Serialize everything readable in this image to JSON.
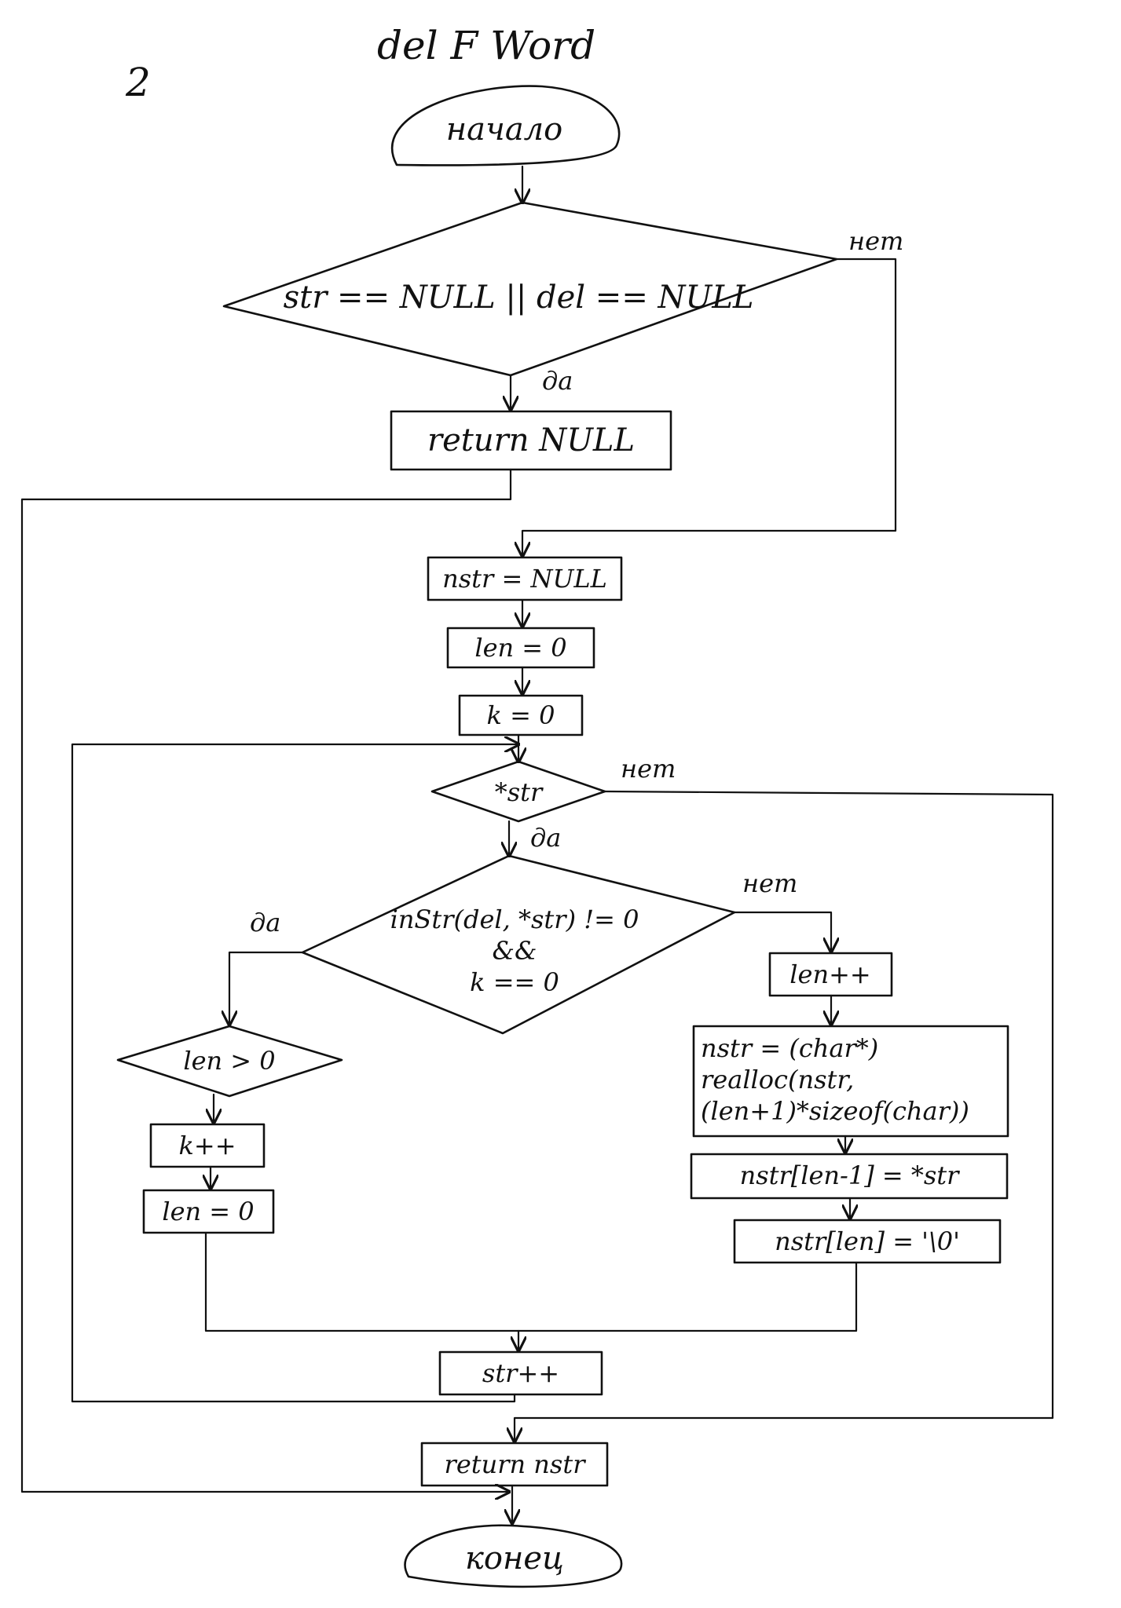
{
  "page": {
    "page_number": "2",
    "title": "del F Word"
  },
  "flowchart": {
    "start": "начало",
    "end": "конец",
    "cond_null_check": "str == NULL || del == NULL",
    "return_null": "return NULL",
    "init_nstr": "nstr = NULL",
    "init_len": "len = 0",
    "init_k": "k = 0",
    "cond_loop": "*str",
    "cond_instr_line1": "inStr(del, *str) != 0",
    "cond_instr_line2": "&&",
    "cond_instr_line3": "k == 0",
    "cond_len_gt0": "len > 0",
    "k_inc": "k++",
    "len_reset": "len = 0",
    "len_inc": "len++",
    "realloc_line1": "nstr = (char*)",
    "realloc_line2": "realloc(nstr,",
    "realloc_line3": "(len+1)*sizeof(char))",
    "assign_char": "nstr[len-1] = *str",
    "assign_term": "nstr[len] = '\\0'",
    "str_inc": "str++",
    "return_nstr": "return nstr",
    "label_yes": "да",
    "label_no": "нет"
  }
}
